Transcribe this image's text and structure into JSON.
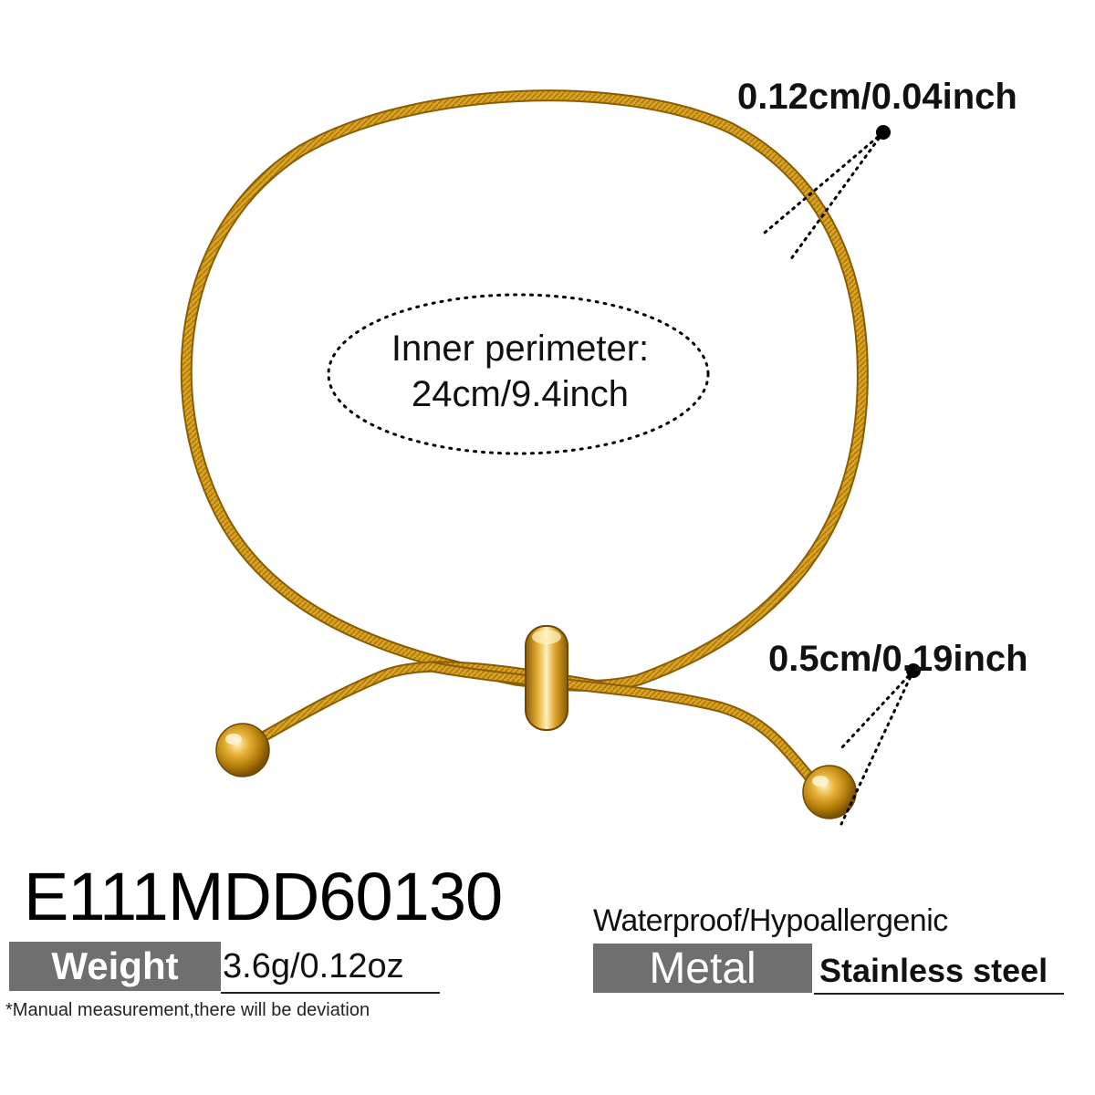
{
  "dimensions": {
    "thickness": "0.12cm/0.04inch",
    "ball": "0.5cm/0.19inch",
    "perimeter_line1": "Inner perimeter:",
    "perimeter_line2": "24cm/9.4inch"
  },
  "product": {
    "sku": "E111MDD60130",
    "weight_label": "Weight",
    "weight_value": "3.6g/0.12oz",
    "note": "*Manual measurement,there will be deviation",
    "features": "Waterproof/Hypoallergenic",
    "metal_label": "Metal",
    "metal_value": "Stainless steel"
  },
  "colors": {
    "gold": "#d19a1a",
    "gold_dark": "#9a6a05",
    "gold_light": "#f6d67a",
    "label_box": "#6f6f6f",
    "text": "#111111"
  }
}
